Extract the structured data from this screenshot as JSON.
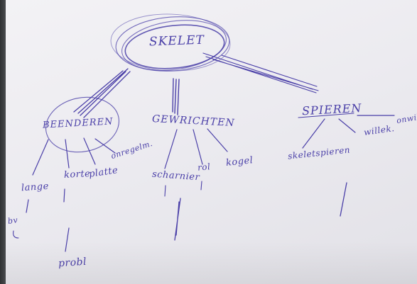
{
  "ink_color": "#4a3fa8",
  "paper_color": "#eeedf2",
  "mind_map": {
    "root": "SKELET",
    "branches": [
      {
        "label": "BEENDEREN",
        "children": [
          "lange",
          "korte",
          "platte",
          "onregelm."
        ],
        "notes": [
          "bv",
          "probl"
        ]
      },
      {
        "label": "GEWRICHTEN",
        "children": [
          "scharnier",
          "rol",
          "kogel"
        ]
      },
      {
        "label": "SPIEREN",
        "children": [
          "skeletspieren",
          "willek.",
          "onwill"
        ]
      }
    ]
  }
}
